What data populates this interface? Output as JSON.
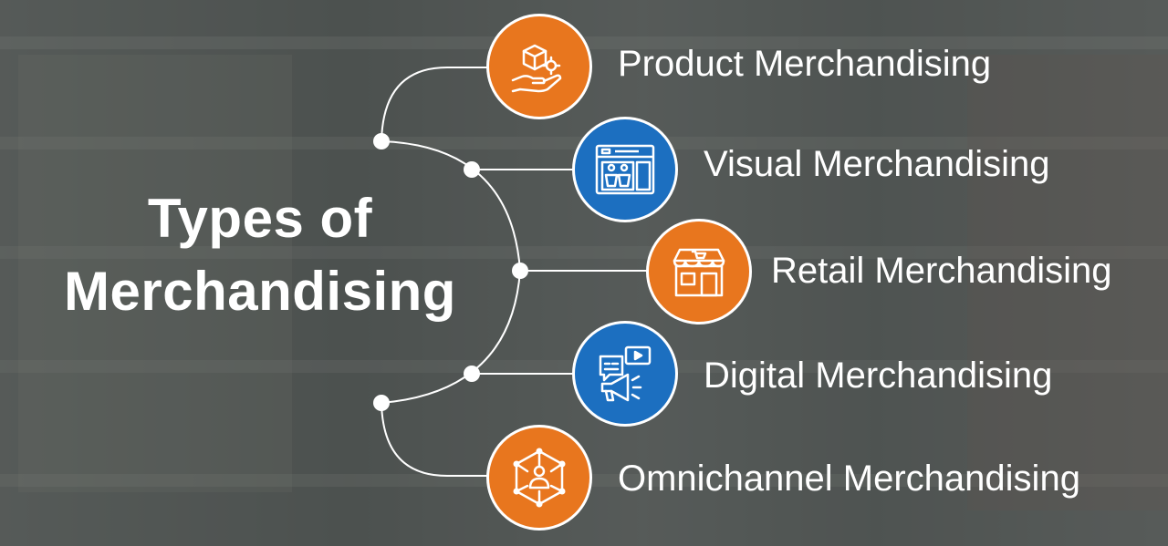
{
  "title": {
    "line1": "Types of",
    "line2": "Merchandising"
  },
  "colors": {
    "orange": "#e8761e",
    "blue": "#1c6fc0",
    "line": "#ffffff"
  },
  "items": [
    {
      "label": "Product Merchandising",
      "icon": "hand-box-gear-icon",
      "color": "orange"
    },
    {
      "label": "Visual Merchandising",
      "icon": "storefront-window-display-icon",
      "color": "blue"
    },
    {
      "label": "Retail Merchandising",
      "icon": "retail-store-cart-icon",
      "color": "orange"
    },
    {
      "label": "Digital Merchandising",
      "icon": "megaphone-video-chat-icon",
      "color": "blue"
    },
    {
      "label": "Omnichannel Merchandising",
      "icon": "person-network-icon",
      "color": "orange"
    }
  ]
}
